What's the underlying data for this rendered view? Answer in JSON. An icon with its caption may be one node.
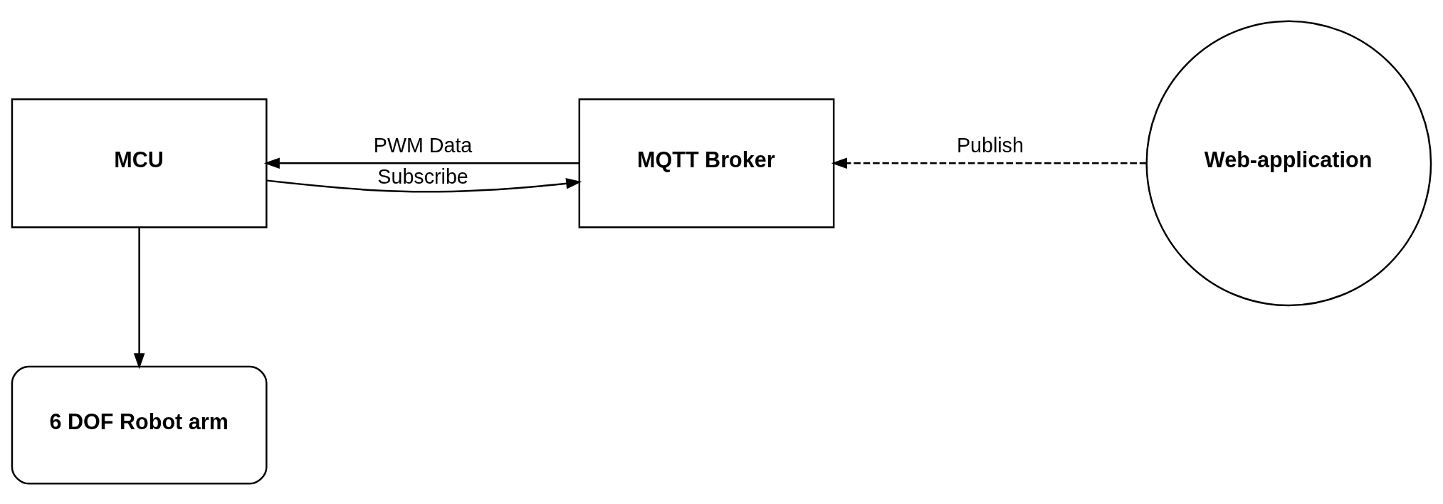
{
  "diagram": {
    "nodes": [
      {
        "text": [
          "MCU"
        ]
      },
      {
        "text": [
          "MQTT Broker"
        ]
      },
      {
        "text": [
          "Web-application"
        ]
      },
      {
        "text": [
          "6 DOF Robot arm"
        ]
      }
    ],
    "edges": [
      {
        "from": 0,
        "to": 1,
        "arrow": "to",
        "label": "Subscribe"
      },
      {
        "from": 1,
        "to": 0,
        "arrow": "to",
        "label": "PWM Data"
      },
      {
        "from": 2,
        "to": 1,
        "arrow": "to",
        "label": "Publish",
        "style": "dashed"
      },
      {
        "from": 0,
        "to": 3,
        "arrow": "to"
      }
    ]
  }
}
